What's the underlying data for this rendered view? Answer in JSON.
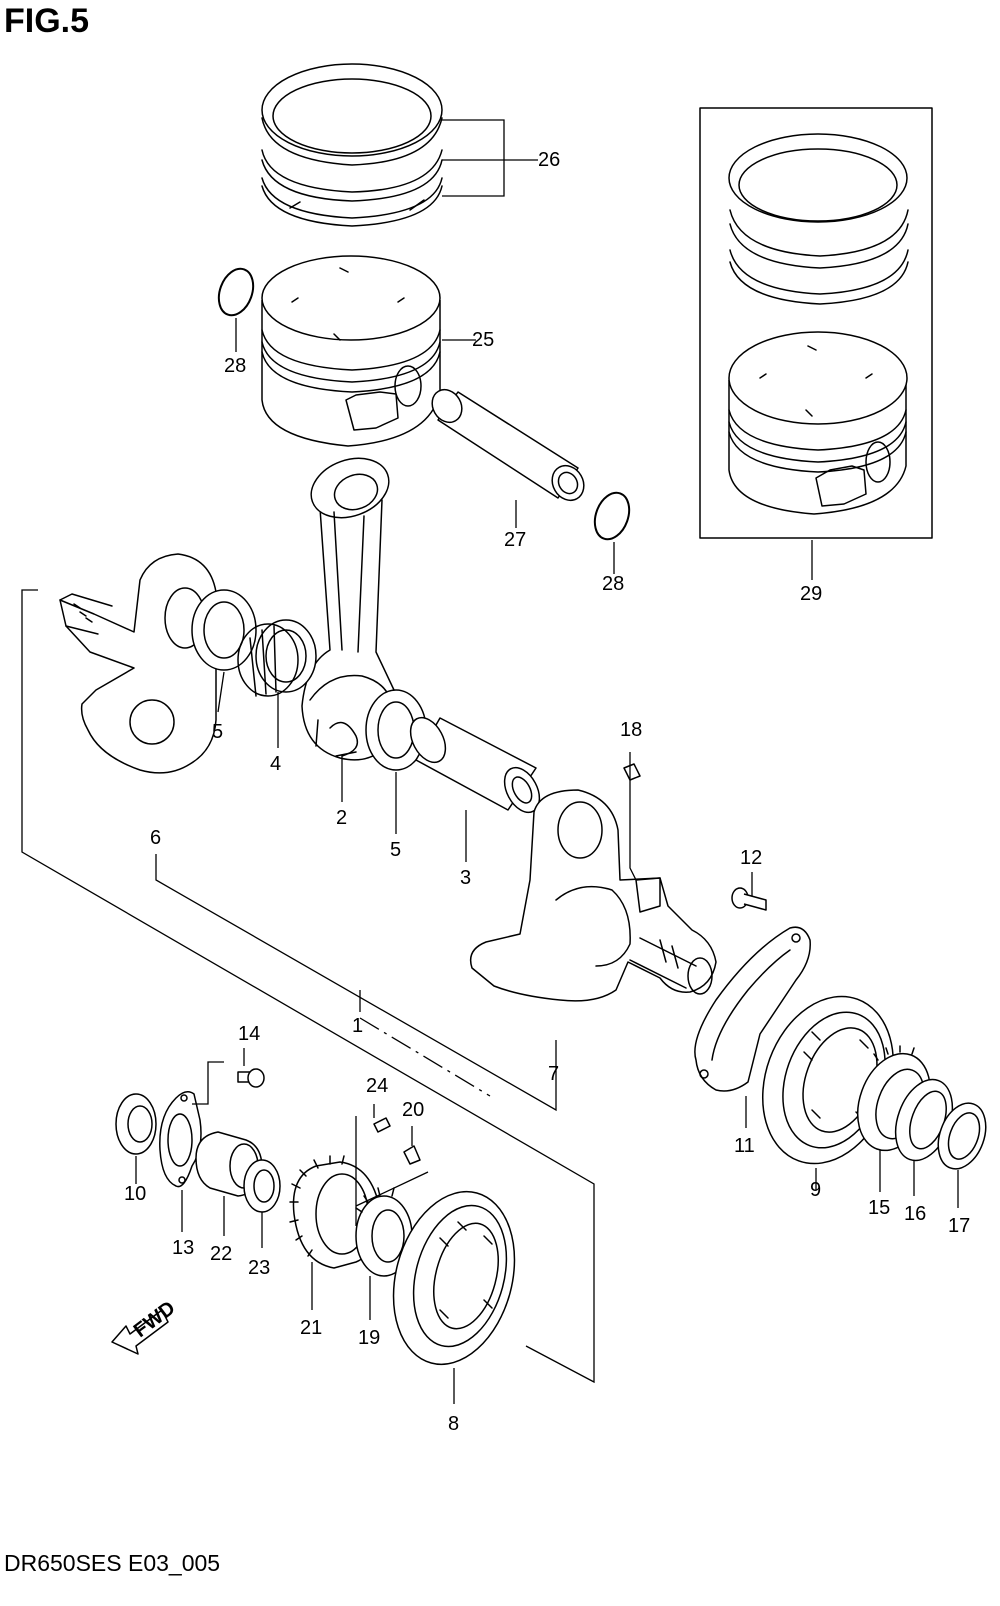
{
  "title": "FIG.5",
  "footer": "DR650SES E03_005",
  "fwd_label": "FWD",
  "callouts": {
    "c1": "1",
    "c2": "2",
    "c3": "3",
    "c4": "4",
    "c5a": "5",
    "c5b": "5",
    "c6": "6",
    "c7": "7",
    "c8": "8",
    "c9": "9",
    "c10": "10",
    "c11": "11",
    "c12": "12",
    "c13": "13",
    "c14": "14",
    "c15": "15",
    "c16": "16",
    "c17": "17",
    "c18": "18",
    "c19": "19",
    "c20": "20",
    "c21": "21",
    "c22": "22",
    "c23": "23",
    "c24": "24",
    "c25": "25",
    "c26": "26",
    "c27": "27",
    "c28a": "28",
    "c28b": "28",
    "c29": "29"
  }
}
